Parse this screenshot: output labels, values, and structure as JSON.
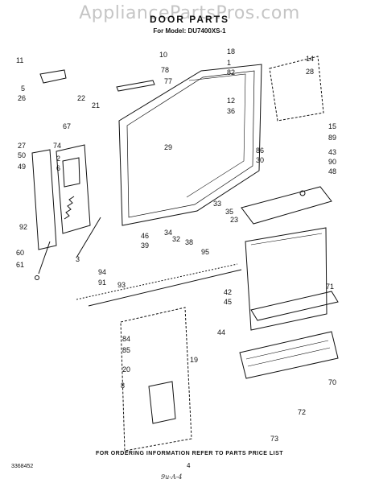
{
  "watermark": "AppliancePartsPros.com",
  "header": {
    "title": "DOOR PARTS",
    "model": "For Model: DU7400XS-1"
  },
  "callouts": [
    "11",
    "5",
    "26",
    "22",
    "21",
    "67",
    "27",
    "50",
    "74",
    "49",
    "2",
    "6",
    "92",
    "60",
    "61",
    "10",
    "78",
    "77",
    "18",
    "1",
    "82",
    "14",
    "28",
    "12",
    "36",
    "3",
    "94",
    "91",
    "93",
    "46",
    "39",
    "34",
    "32",
    "38",
    "33",
    "35",
    "23",
    "95",
    "42",
    "45",
    "44",
    "29",
    "86",
    "30",
    "15",
    "89",
    "43",
    "90",
    "48",
    "71",
    "70",
    "84",
    "85",
    "20",
    "19",
    "72",
    "73",
    "8"
  ],
  "footer": {
    "instruction": "FOR ORDERING INFORMATION REFER TO PARTS PRICE LIST",
    "doc_number": "3368452",
    "page_number": "4",
    "signature": "9u-A-4"
  }
}
